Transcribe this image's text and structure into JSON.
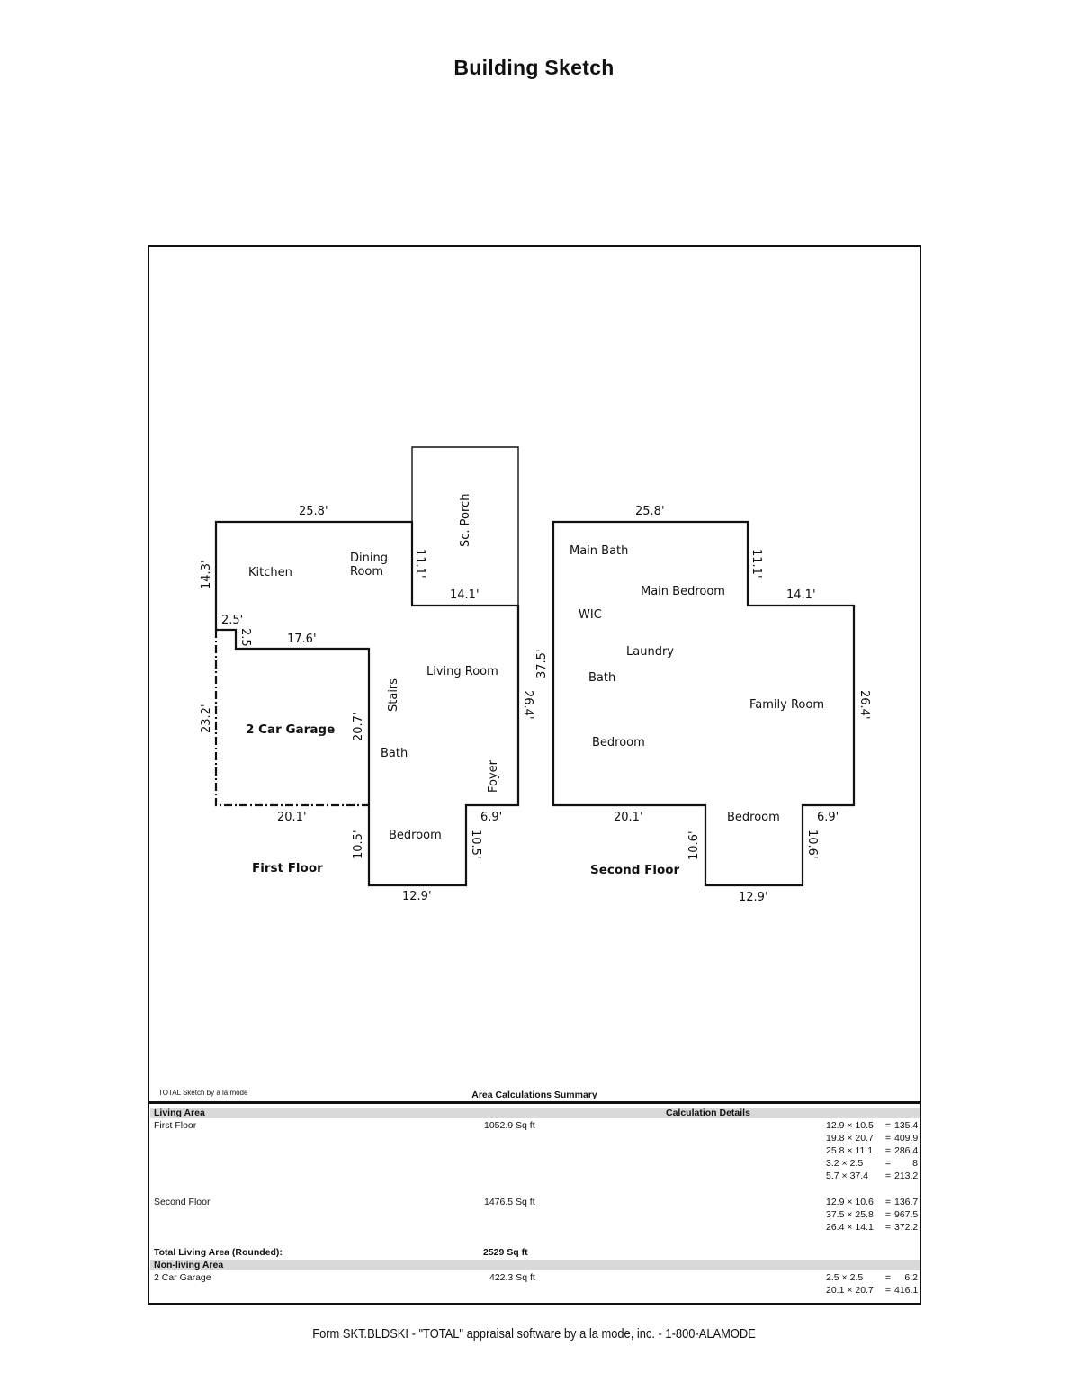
{
  "title": "Building Sketch",
  "sketch": {
    "first_floor_label": "First Floor",
    "second_floor_label": "Second Floor",
    "rooms_first": {
      "kitchen": "Kitchen",
      "dining_1": "Dining",
      "dining_2": "Room",
      "sc_porch": "Sc. Porch",
      "living_room": "Living Room",
      "stairs": "Stairs",
      "garage": "2 Car Garage",
      "bath": "Bath",
      "foyer": "Foyer",
      "bedroom": "Bedroom"
    },
    "rooms_second": {
      "main_bath": "Main Bath",
      "main_bedroom": "Main Bedroom",
      "wic": "WIC",
      "laundry": "Laundry",
      "bath": "Bath",
      "family_room": "Family Room",
      "bedroom": "Bedroom",
      "bedroom_2": "Bedroom"
    },
    "dims_first": {
      "top": "25.8'",
      "left": "14.3'",
      "porch_left": "11.1'",
      "porch_bottom": "14.1'",
      "notch_h": "2.5'",
      "notch_v": "2.5",
      "garage_top": "17.6'",
      "garage_left": "23.2'",
      "garage_right": "20.7'",
      "garage_bottom": "20.1'",
      "right": "26.4'",
      "foyer_step": "6.9'",
      "bed_left": "10.5'",
      "bed_right": "10.5'",
      "bed_bottom": "12.9'",
      "between": "37.5'"
    },
    "dims_second": {
      "top": "25.8'",
      "upper_right": "11.1'",
      "step": "14.1'",
      "right": "26.4'",
      "bottom_left": "20.1'",
      "bottom_right": "6.9'",
      "bed_left": "10.6'",
      "bed_right": "10.6'",
      "bed_bottom": "12.9'"
    }
  },
  "credit": "TOTAL Sketch by a la mode",
  "summary": {
    "title": "Area Calculations Summary",
    "living_header": "Living Area",
    "calc_header": "Calculation Details",
    "first_floor": {
      "name": "First Floor",
      "area": "1052.9 Sq ft",
      "calcs": [
        {
          "expr": "12.9 × 10.5",
          "eq": "=",
          "val": "135.4"
        },
        {
          "expr": "19.8 × 20.7",
          "eq": "=",
          "val": "409.9"
        },
        {
          "expr": "25.8 × 11.1",
          "eq": "=",
          "val": "286.4"
        },
        {
          "expr": "3.2 × 2.5",
          "eq": "=",
          "val": "8"
        },
        {
          "expr": "5.7 × 37.4",
          "eq": "=",
          "val": "213.2"
        }
      ]
    },
    "second_floor": {
      "name": "Second Floor",
      "area": "1476.5 Sq ft",
      "calcs": [
        {
          "expr": "12.9 × 10.6",
          "eq": "=",
          "val": "136.7"
        },
        {
          "expr": "37.5 × 25.8",
          "eq": "=",
          "val": "967.5"
        },
        {
          "expr": "26.4 × 14.1",
          "eq": "=",
          "val": "372.2"
        }
      ]
    },
    "total_label": "Total Living Area (Rounded):",
    "total_value": "2529 Sq ft",
    "nonliving_header": "Non-living Area",
    "garage": {
      "name": "2 Car Garage",
      "area": "422.3 Sq ft",
      "calcs": [
        {
          "expr": "2.5 × 2.5",
          "eq": "=",
          "val": "6.2"
        },
        {
          "expr": "20.1 × 20.7",
          "eq": "=",
          "val": "416.1"
        }
      ]
    }
  },
  "footer": "Form SKT.BLDSKI - \"TOTAL\" appraisal software by a la mode, inc. - 1-800-ALAMODE"
}
